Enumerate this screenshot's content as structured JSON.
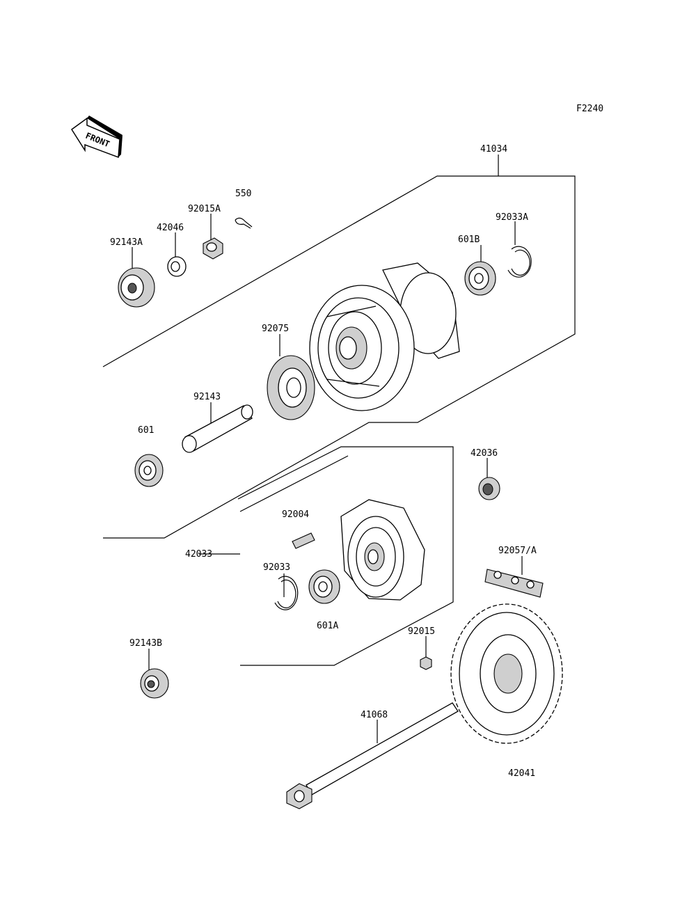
{
  "diagram_code": "F2240",
  "front_label": "FRONT",
  "parts": {
    "p41034": "41034",
    "p92033A": "92033A",
    "p601B": "601B",
    "p550": "550",
    "p92015A": "92015A",
    "p42046": "42046",
    "p92143A": "92143A",
    "p92075": "92075",
    "p92143": "92143",
    "p601": "601",
    "p42036": "42036",
    "p92004": "92004",
    "p42033": "42033",
    "p92033": "92033",
    "p601A": "601A",
    "p92057A": "92057/A",
    "p92015": "92015",
    "p92143B": "92143B",
    "p41068": "41068",
    "p42041": "42041"
  }
}
